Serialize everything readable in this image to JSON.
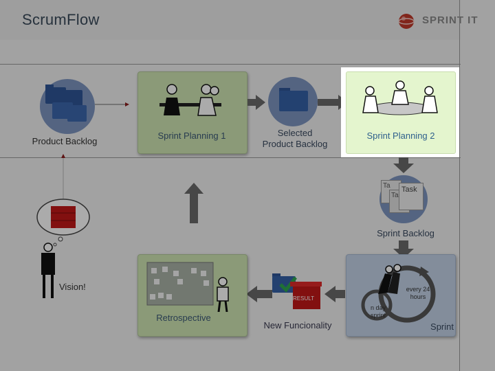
{
  "header": {
    "app_title": "ScrumFlow",
    "brand_text": "SPRINT IT"
  },
  "nodes": {
    "product_backlog": "Product Backlog",
    "sprint_planning_1": "Sprint Planning 1",
    "selected_backlog_line1": "Selected",
    "selected_backlog_line2": "Product Backlog",
    "sprint_planning_2": "Sprint Planning 2",
    "sprint_backlog": "Sprint Backlog",
    "sprint": "Sprint",
    "new_functionality": "New Funcionality",
    "retrospective": "Retrospective",
    "vision": "Vision!"
  },
  "sprint_cycle": {
    "every_24_l1": "every 24",
    "every_24_l2": "hours",
    "n_day_l1": "n day",
    "n_day_l2": "sprint"
  },
  "task_cards": {
    "task_a": "Task",
    "task_b": "Ta",
    "task_c": "Ta"
  },
  "result_box": "RESULT",
  "colors": {
    "green_box": "#cfe6b3",
    "blue_box": "#c3d3e8",
    "highlight_box": "#e4f5ce",
    "arrow": "#6b6b6b",
    "folder": "#4a74b5",
    "red_wall": "#c21818"
  },
  "highlighted_step": "Sprint Planning 2"
}
